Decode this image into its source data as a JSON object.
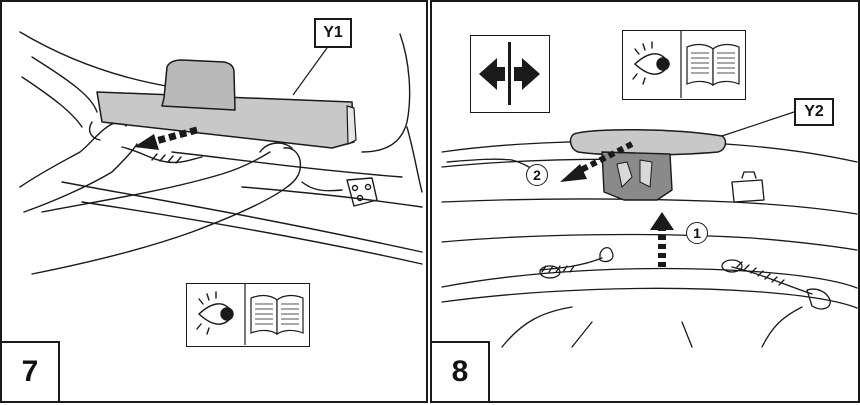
{
  "steps": {
    "left": {
      "number": "7",
      "callout": "Y1"
    },
    "right": {
      "number": "8",
      "callout": "Y2",
      "action_1": "1",
      "action_2": "2"
    }
  },
  "icons": {
    "see_manual": "eye-and-open-book-icon",
    "symmetric_both_sides": "double-arrow-with-center-line-icon"
  },
  "colors": {
    "line": "#1a1a1a",
    "part_fill": "#c8c8c8",
    "background": "#ffffff"
  }
}
